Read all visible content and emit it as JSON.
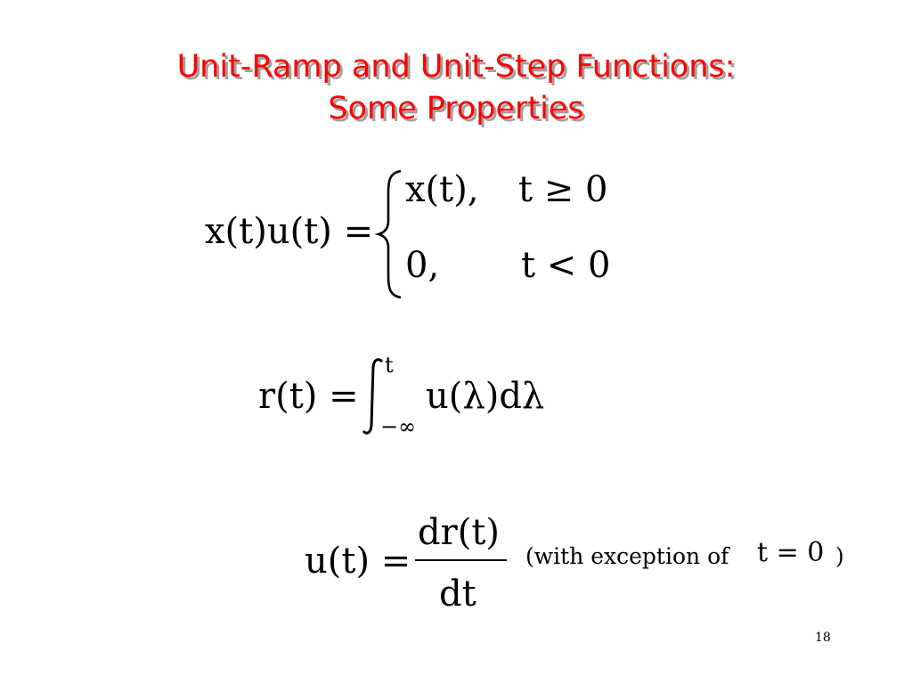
{
  "slide": {
    "title_line1": "Unit-Ramp and Unit-Step Functions:",
    "title_line2": "Some Properties",
    "page_number": "18"
  },
  "eq1": {
    "lhs": "x(t)u(t) =",
    "case1_value": "x(t),",
    "case1_condition": "t ≥ 0",
    "case2_value": "0,",
    "case2_condition": "t < 0"
  },
  "eq2": {
    "lhs": "r(t) =",
    "upper_limit": "t",
    "lower_limit": "−∞",
    "integrand": "u(λ)dλ"
  },
  "eq3": {
    "lhs": "u(t) =",
    "numerator": "dr(t)",
    "denominator": "dt",
    "note": "(with exception of",
    "note_math": "t = 0",
    "note_close": ")"
  }
}
